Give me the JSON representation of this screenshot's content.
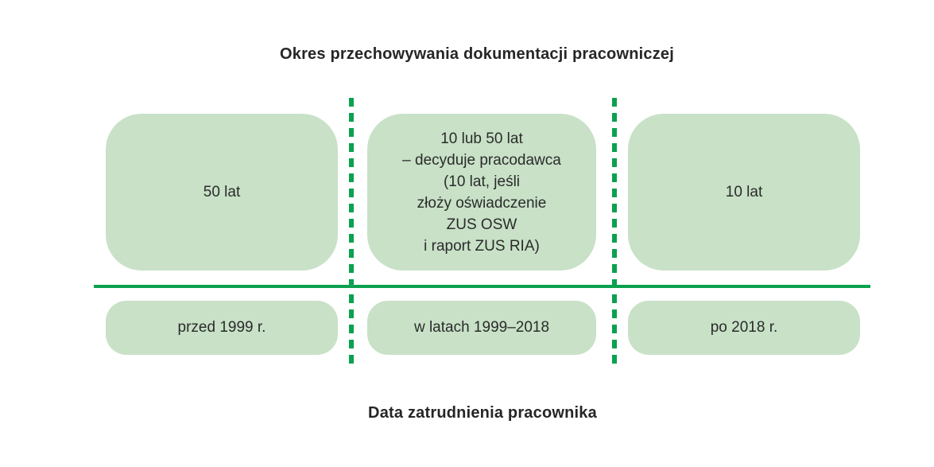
{
  "title": "Okres przechowywania dokumentacji pracowniczej",
  "axis_title": "Data zatrudnienia pracownika",
  "columns": [
    {
      "retention_period": "50 lat",
      "employment_date": "przed 1999 r."
    },
    {
      "retention_period": "10 lub 50 lat\n– decyduje pracodawca\n(10 lat, jeśli\nzłoży oświadczenie\nZUS OSW\ni raport ZUS RIA)",
      "employment_date": "w latach 1999–2018"
    },
    {
      "retention_period": "10 lat",
      "employment_date": "po 2018 r."
    }
  ],
  "colors": {
    "background": "#ffffff",
    "box_fill": "#c8e1c7",
    "accent_green": "#0aa14f",
    "text_dark": "#2b2b2b"
  }
}
